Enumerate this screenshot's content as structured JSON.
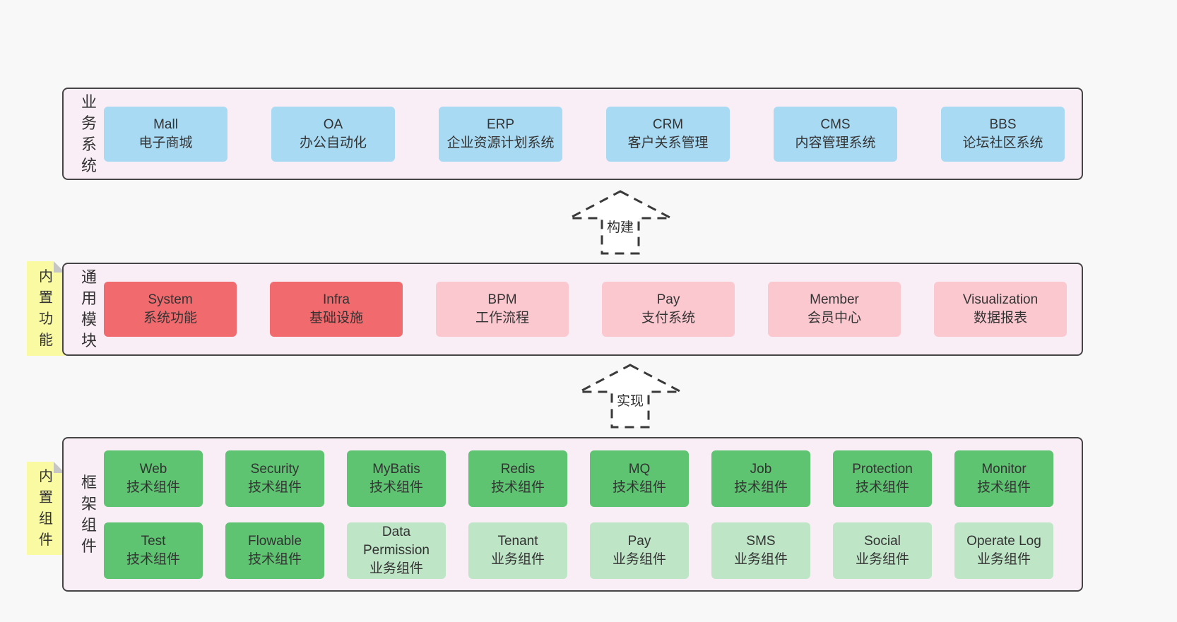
{
  "colors": {
    "page_bg": "#f8f8f8",
    "panel_bg": "#f9edf6",
    "panel_border": "#454545",
    "blue_box": "#a9daf3",
    "red_box": "#f06a6e",
    "pink_box": "#fcc8d0",
    "green_box": "#5ec471",
    "light_green_box": "#bee5c6",
    "note_bg": "#fafaa3",
    "note_fold": "#c6c6c6",
    "text": "#333333"
  },
  "layers": [
    {
      "side_label": "业务系统",
      "boxes": [
        {
          "en": "Mall",
          "zh": "电子商城"
        },
        {
          "en": "OA",
          "zh": "办公自动化"
        },
        {
          "en": "ERP",
          "zh": "企业资源计划系统"
        },
        {
          "en": "CRM",
          "zh": "客户关系管理"
        },
        {
          "en": "CMS",
          "zh": "内容管理系统"
        },
        {
          "en": "BBS",
          "zh": "论坛社区系统"
        }
      ]
    },
    {
      "side_label": "通用模块",
      "note": "内置功能",
      "boxes": [
        {
          "en": "System",
          "zh": "系统功能"
        },
        {
          "en": "Infra",
          "zh": "基础设施"
        },
        {
          "en": "BPM",
          "zh": "工作流程"
        },
        {
          "en": "Pay",
          "zh": "支付系统"
        },
        {
          "en": "Member",
          "zh": "会员中心"
        },
        {
          "en": "Visualization",
          "zh": "数据报表"
        }
      ]
    },
    {
      "side_label": "框架组件",
      "note": "内置组件",
      "rows": [
        [
          {
            "en": "Web",
            "zh": "技术组件"
          },
          {
            "en": "Security",
            "zh": "技术组件"
          },
          {
            "en": "MyBatis",
            "zh": "技术组件"
          },
          {
            "en": "Redis",
            "zh": "技术组件"
          },
          {
            "en": "MQ",
            "zh": "技术组件"
          },
          {
            "en": "Job",
            "zh": "技术组件"
          },
          {
            "en": "Protection",
            "zh": "技术组件"
          },
          {
            "en": "Monitor",
            "zh": "技术组件"
          }
        ],
        [
          {
            "en": "Test",
            "zh": "技术组件"
          },
          {
            "en": "Flowable",
            "zh": "技术组件"
          },
          {
            "en": "Data Permission",
            "zh": "业务组件"
          },
          {
            "en": "Tenant",
            "zh": "业务组件"
          },
          {
            "en": "Pay",
            "zh": "业务组件"
          },
          {
            "en": "SMS",
            "zh": "业务组件"
          },
          {
            "en": "Social",
            "zh": "业务组件"
          },
          {
            "en": "Operate Log",
            "zh": "业务组件"
          }
        ]
      ]
    }
  ],
  "arrows": [
    {
      "label": "构建"
    },
    {
      "label": "实现"
    }
  ]
}
